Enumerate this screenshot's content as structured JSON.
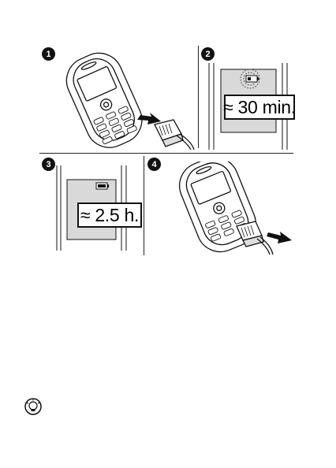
{
  "steps": [
    {
      "number": "1",
      "icon": "phone-with-charger-plug-icon"
    },
    {
      "number": "2",
      "icon": "screen-battery-charging-icon",
      "callout": "≈ 30 min."
    },
    {
      "number": "3",
      "icon": "screen-battery-full-icon",
      "callout": "≈ 2.5 h."
    },
    {
      "number": "4",
      "icon": "phone-unplug-charger-icon"
    }
  ],
  "tip": {
    "icon": "lightbulb-tip-icon"
  },
  "colors": {
    "ink": "#111111",
    "screen_fill": "#d9d9d9",
    "background": "#ffffff"
  }
}
